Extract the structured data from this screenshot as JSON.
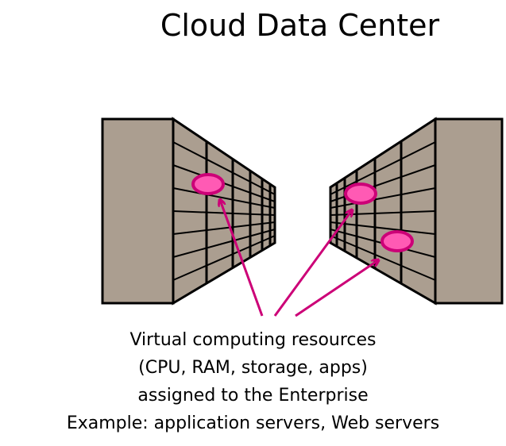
{
  "title": "Cloud Data Center",
  "caption": {
    "line1": "Virtual computing resources",
    "line2": "(CPU, RAM, storage, apps)",
    "line3": "assigned to the Enterprise",
    "line4": "Example: application servers, Web servers"
  },
  "colors": {
    "rack_fill": "#ab9e90",
    "rack_stroke": "#000000",
    "highlight": "#cc0077",
    "resource_fill": "#ff5ab4"
  },
  "icons": {
    "resource": "ellipse",
    "pointer": "arrow"
  }
}
